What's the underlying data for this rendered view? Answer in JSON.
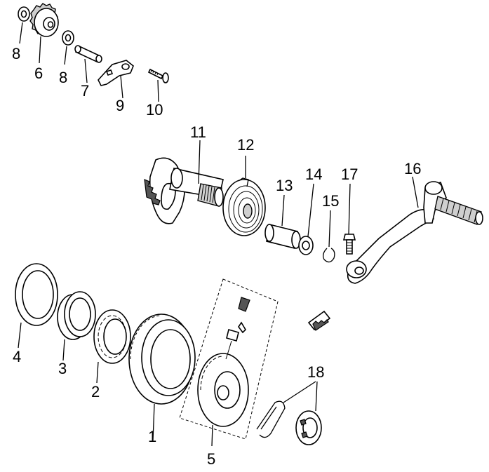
{
  "parts": [
    {
      "id": "p1",
      "label": "1"
    },
    {
      "id": "p2",
      "label": "2"
    },
    {
      "id": "p3",
      "label": "3"
    },
    {
      "id": "p4",
      "label": "4"
    },
    {
      "id": "p5",
      "label": "5"
    },
    {
      "id": "p6",
      "label": "6"
    },
    {
      "id": "p7",
      "label": "7"
    },
    {
      "id": "p8a",
      "label": "8"
    },
    {
      "id": "p8b",
      "label": "8"
    },
    {
      "id": "p9",
      "label": "9"
    },
    {
      "id": "p10",
      "label": "10"
    },
    {
      "id": "p11",
      "label": "11"
    },
    {
      "id": "p12",
      "label": "12"
    },
    {
      "id": "p13",
      "label": "13"
    },
    {
      "id": "p14",
      "label": "14"
    },
    {
      "id": "p15",
      "label": "15"
    },
    {
      "id": "p16",
      "label": "16"
    },
    {
      "id": "p17",
      "label": "17"
    },
    {
      "id": "p18",
      "label": "18"
    }
  ]
}
